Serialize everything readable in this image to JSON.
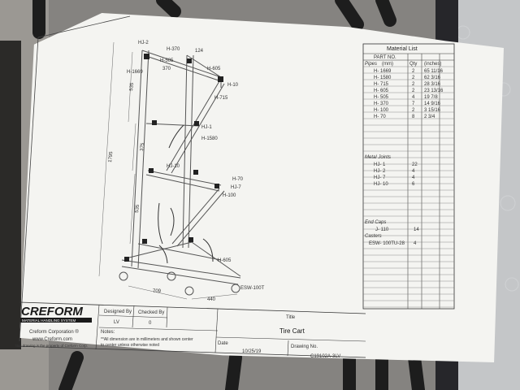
{
  "material_list": {
    "title": "Material List",
    "part_no_label": "PART NO.",
    "col_pipes": "Pipes",
    "col_unit": "(mm)",
    "col_qty": "Qty",
    "col_inches": "(inches)",
    "pipes": [
      {
        "part": "H- 1669",
        "qty": "2",
        "inches": "65 11/16"
      },
      {
        "part": "H- 1580",
        "qty": "2",
        "inches": "62 3/16"
      },
      {
        "part": "H- 715",
        "qty": "2",
        "inches": "28 3/16"
      },
      {
        "part": "H- 605",
        "qty": "2",
        "inches": "23 13/16"
      },
      {
        "part": "H- 505",
        "qty": "4",
        "inches": "19 7/8"
      },
      {
        "part": "H- 370",
        "qty": "7",
        "inches": "14 9/16"
      },
      {
        "part": "H- 100",
        "qty": "2",
        "inches": "3 15/16"
      },
      {
        "part": "H- 70",
        "qty": "8",
        "inches": "2 3/4"
      }
    ],
    "joints_label": "Metal Joints",
    "joints": [
      {
        "part": "HJ- 1",
        "qty": "22"
      },
      {
        "part": "HJ- 2",
        "qty": "4"
      },
      {
        "part": "HJ- 7",
        "qty": "4"
      },
      {
        "part": "HJ- 10",
        "qty": "6"
      }
    ],
    "endcaps_label": "End Caps",
    "endcaps": [
      {
        "part": "J- 110",
        "qty": "14"
      }
    ],
    "casters_label": "Casters",
    "casters": [
      {
        "part": "ESW- 100TU-28",
        "qty": "4"
      }
    ]
  },
  "drawing": {
    "height_dim": "1795",
    "dim_535_top": "535",
    "dim_375": "375",
    "dim_535_low": "535",
    "dim_709": "709",
    "dim_440": "440",
    "dim_370": "370",
    "dim_124": "124",
    "label_hj2": "HJ-2",
    "label_h370": "H-370",
    "label_h605": "H-605",
    "label_h1669": "H-1669",
    "label_h505": "H-505",
    "label_h10": "H-10",
    "label_h715": "H-715",
    "label_hj1": "HJ-1",
    "label_h1580": "H-1580",
    "label_hj10": "HJ-10",
    "label_h70": "H-70",
    "label_hj7": "HJ-7",
    "label_h100": "H-100",
    "label_h605b": "H-605",
    "label_caster": "ESW-100T"
  },
  "title_block": {
    "logo": "CREFORM",
    "logo_sub": "MATERIAL HANDLING SYSTEM",
    "company": "Creform Corporation ®",
    "website": "www.Creform.com",
    "property": "This drawing is the property of Creform Corp.",
    "designed_by_label": "Designed By",
    "designed_by": "LV",
    "checked_by_label": "Checked By",
    "checked_by": "0",
    "notes_label": "Notes:",
    "notes": "**All dimension are in millimeters and shown center to center unless otherwise noted",
    "title_label": "Title",
    "title": "Tire Cart",
    "date_label": "Date",
    "date": "10/25/19",
    "drawing_no_label": "Drawing No.",
    "drawing_no": "C19102A-3LV"
  },
  "colors": {
    "paper": "#f4f4f1",
    "ink": "#222222",
    "floor": "#8a8986"
  }
}
